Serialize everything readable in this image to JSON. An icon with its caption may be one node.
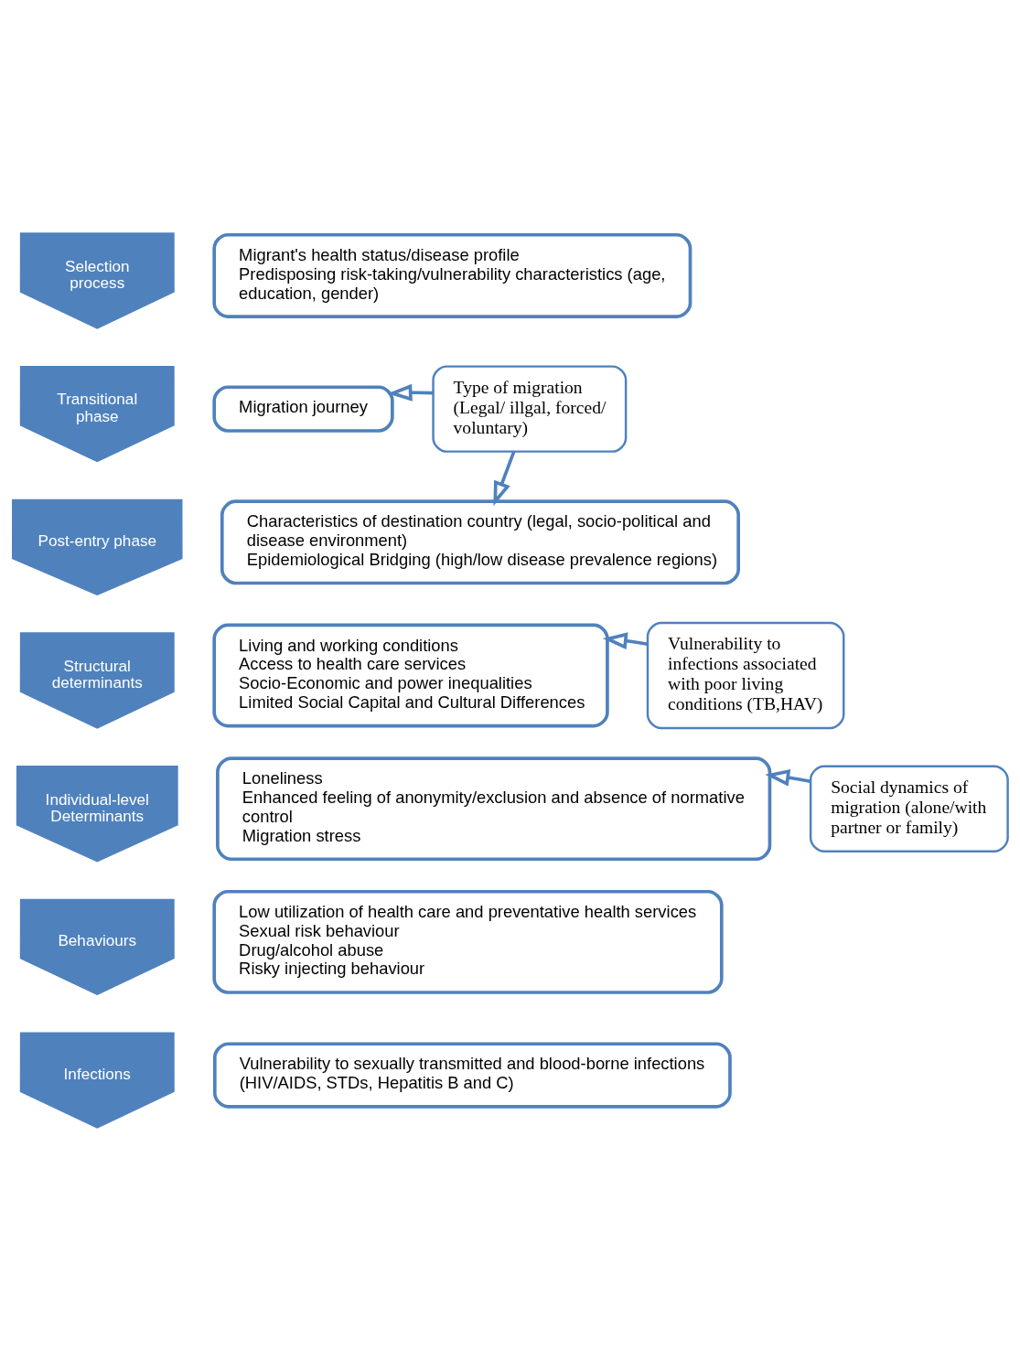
{
  "diagram": {
    "nodes": [
      {
        "text": [
          "Selection process"
        ]
      },
      {
        "text": [
          "Migrant's health status/disease profile",
          "Predisposing risk-taking/vulnerability characteristics (age, education, gender)"
        ]
      },
      {
        "text": [
          "Transitional phase"
        ]
      },
      {
        "text": [
          "Migration journey"
        ]
      },
      {
        "text": [
          "Type of migration",
          "(Legal/ illgal, forced/ voluntary)"
        ]
      },
      {
        "text": [
          "Post-entry phase"
        ]
      },
      {
        "text": [
          "Characteristics of destination country (legal, socio-political and disease environment)",
          "Epidemiological Bridging (high/low disease prevalence regions)"
        ]
      },
      {
        "text": [
          "Structural determinants"
        ]
      },
      {
        "text": [
          "Living and working conditions",
          "Access to health care services",
          "Socio-Economic and power inequalities",
          "Limited Social Capital and Cultural Differences"
        ]
      },
      {
        "text": [
          "Vulnerability to infections associated with poor living conditions (TB,HAV)"
        ]
      },
      {
        "text": [
          "Individual-level Determinants"
        ]
      },
      {
        "text": [
          "Loneliness",
          "Enhanced feeling of anonymity/exclusion and absence of normative control",
          "Migration stress"
        ]
      },
      {
        "text": [
          "Social dynamics of migration (alone/with partner or family)"
        ]
      },
      {
        "text": [
          "Behaviours"
        ]
      },
      {
        "text": [
          "Low utilization of health care and preventative health services",
          "Sexual risk behaviour",
          "Drug/alcohol abuse",
          "Risky injecting behaviour"
        ]
      },
      {
        "text": [
          "Infections"
        ]
      },
      {
        "text": [
          "Vulnerability to sexually transmitted and blood-borne infections (HIV/AIDS, STDs, Hepatitis B and C)"
        ]
      }
    ],
    "edges": [
      {
        "from": 4,
        "to": 3,
        "arrow": "to"
      },
      {
        "from": 4,
        "to": 6,
        "arrow": "to"
      },
      {
        "from": 9,
        "to": 8,
        "arrow": "to"
      },
      {
        "from": 12,
        "to": 11,
        "arrow": "to"
      }
    ]
  }
}
